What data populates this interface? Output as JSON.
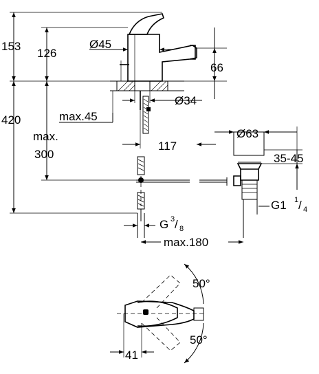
{
  "dimensions": {
    "h153": "153",
    "h126": "126",
    "dia45": "Ø45",
    "h66": "66",
    "dia34": "Ø34",
    "max45": "max.45",
    "h420": "420",
    "max300_a": "max.",
    "max300_b": "300",
    "w117": "117",
    "dia63": "Ø63",
    "r3545": "35-45",
    "g114_main": "G1",
    "g114_num": "1",
    "g114_sep": "/",
    "g114_den": "4",
    "g38_main": "G",
    "g38_num": "3",
    "g38_sep": "/",
    "g38_den": "8",
    "max180": "max.180",
    "angle_top": "50°",
    "angle_bottom": "50°",
    "w41": "41"
  }
}
